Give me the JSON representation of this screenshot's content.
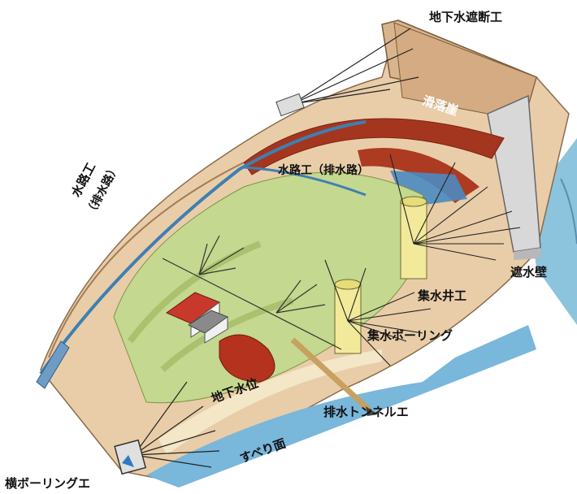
{
  "diagram": {
    "labels": {
      "groundwater_cutoff": "地下水遮断工",
      "landslide_scarp": "滑落崖",
      "waterway_drainage": "水路工（排水路）",
      "waterway_vertical_line1": "水路工",
      "waterway_vertical_line2": "（排水路）",
      "cutoff_wall": "遮水壁",
      "collecting_well": "集水井工",
      "collecting_boring": "集水ボーリング",
      "groundwater_level": "地下水位",
      "drainage_tunnel": "排水トンネルエ",
      "slip_surface": "すべり面",
      "horizontal_boring": "横ボーリングエ"
    }
  }
}
